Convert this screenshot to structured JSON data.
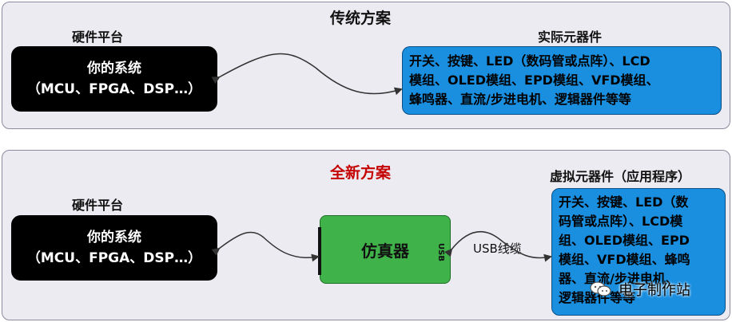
{
  "traditional": {
    "title": "传统方案",
    "hardware_label": "硬件平台",
    "system_line1": "你的系统",
    "system_line2": "（MCU、FPGA、DSP…）",
    "components_label": "实际元器件",
    "components_line1": "开关、按键、LED（数码管或点阵）、LCD",
    "components_line2": "模组、OLED模组、EPD模组、VFD模组、",
    "components_line3": "蜂鸣器、直流/步进电机、逻辑器件等等"
  },
  "new": {
    "title": "全新方案",
    "hardware_label": "硬件平台",
    "system_line1": "你的系统",
    "system_line2": "（MCU、FPGA、DSP…）",
    "emulator_label": "仿真器",
    "emulator_port": "USB",
    "cable_label": "USB线缆",
    "components_label": "虚拟元器件（应用程序）",
    "components_line1": "开关、按键、LED（数",
    "components_line2": "码管或点阵）、LCD模",
    "components_line3": "组、OLED模组、EPD",
    "components_line4": "模组、VFD模组、蜂鸣",
    "components_line5": "器、直流/步进电机、",
    "components_line6": "逻辑器件等等"
  },
  "watermark": {
    "icon": "wechat-icon",
    "text": "电子制作站"
  },
  "colors": {
    "panel_bg": "#ecebf1",
    "black_box": "#000000",
    "blue_box": "#1a8fe0",
    "green_box": "#3fb24a",
    "title_red": "#c40000"
  }
}
